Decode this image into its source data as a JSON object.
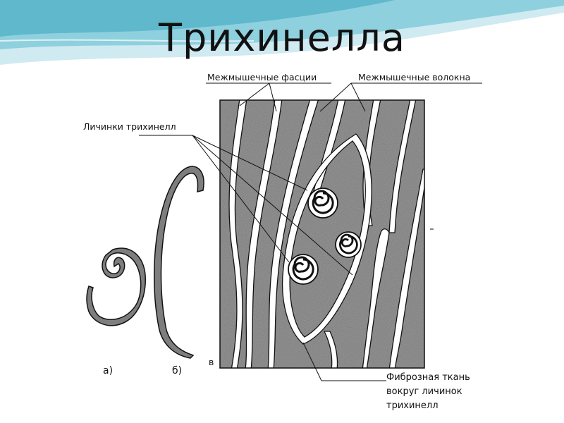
{
  "slide": {
    "title": "Трихинелла"
  },
  "labels": {
    "interfascia": "Межмышечные фасции",
    "interfibers": "Межмышечные волокна",
    "larvae": "Личинки трихинелл",
    "fibrous_line1": "Фиброзная ткань",
    "fibrous_line2": "вокруг личинок",
    "fibrous_line3": "трихинелл",
    "part_a": "а)",
    "part_b": "б)",
    "part_c": "в"
  },
  "colors": {
    "header_teal": "#5fb8cc",
    "header_light": "#cfeaf1",
    "muscle_tissue": "#7a7a7a",
    "worm_fill": "#7e7e7e",
    "ink": "#111111"
  }
}
